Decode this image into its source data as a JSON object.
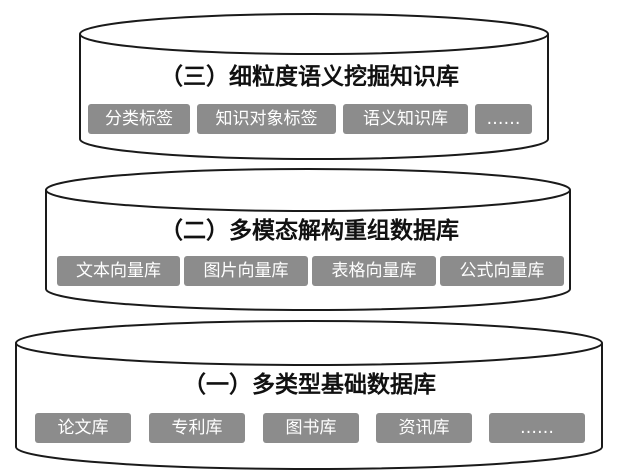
{
  "layers": [
    {
      "title": "（三）细粒度语义挖掘知识库",
      "tags": [
        "分类标签",
        "知识对象标签",
        "语义知识库",
        "……"
      ]
    },
    {
      "title": "（二）多模态解构重组数据库",
      "tags": [
        "文本向量库",
        "图片向量库",
        "表格向量库",
        "公式向量库"
      ]
    },
    {
      "title": "（一）多类型基础数据库",
      "tags": [
        "论文库",
        "专利库",
        "图书库",
        "资讯库",
        "……"
      ]
    }
  ],
  "colors": {
    "tag_fill": "#8c8c8c",
    "tag_text": "#ffffff",
    "outline": "#1a1a1a",
    "fill": "#ffffff"
  }
}
